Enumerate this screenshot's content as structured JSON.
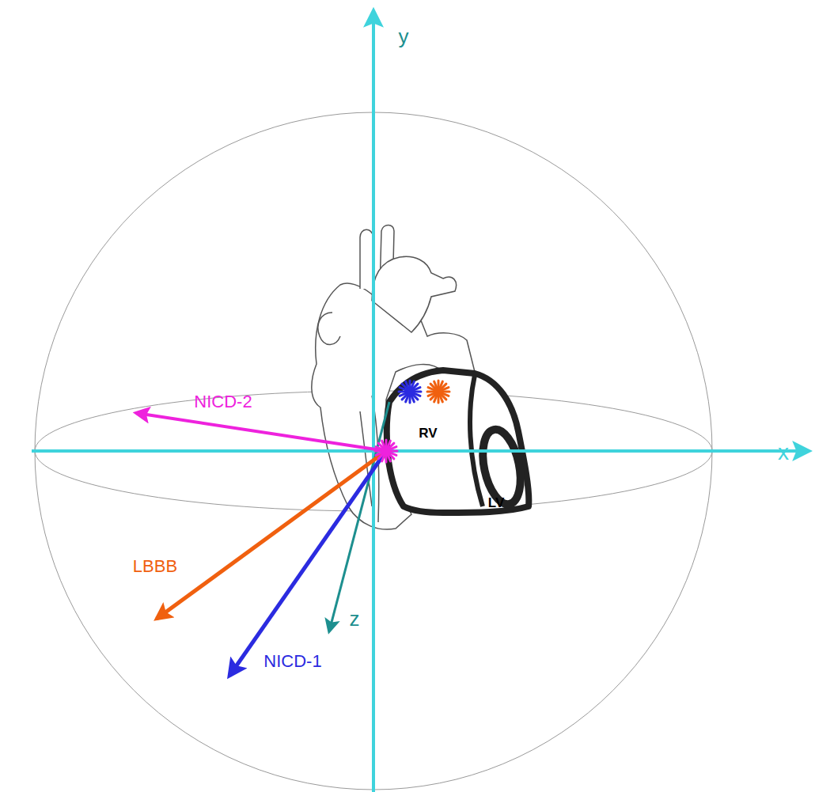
{
  "diagram": {
    "labels": [
      "y",
      "x",
      "z",
      "NICD-2",
      "LBBB",
      "NICD-1",
      "RV",
      "LV"
    ]
  }
}
